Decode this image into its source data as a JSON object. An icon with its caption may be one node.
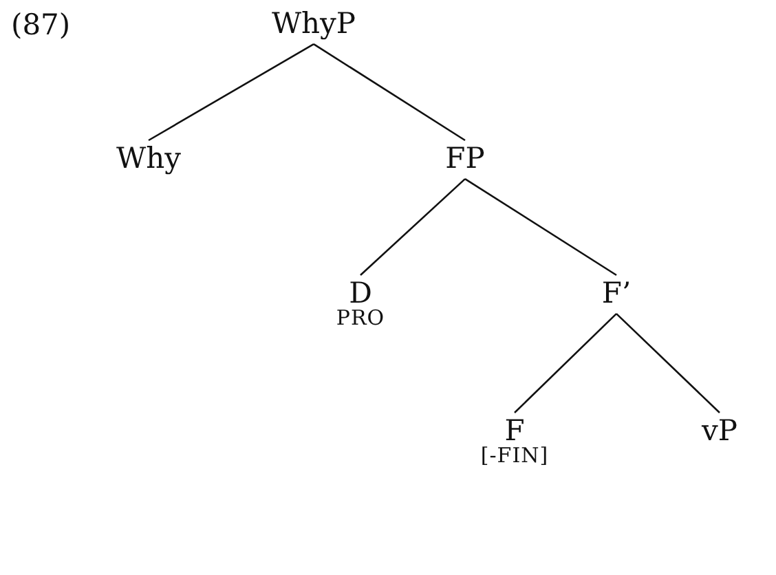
{
  "diagram": {
    "nodes": [
      {
        "text": [
          "WhyP"
        ]
      },
      {
        "text": [
          "Why"
        ]
      },
      {
        "text": [
          "FP"
        ]
      },
      {
        "text": [
          "D",
          "PRO"
        ]
      },
      {
        "text": [
          "F’"
        ]
      },
      {
        "text": [
          "F",
          "[-FIN]"
        ]
      },
      {
        "text": [
          "vP"
        ]
      }
    ],
    "edges": [
      {
        "from": 0,
        "to": 1,
        "arrow": "none"
      },
      {
        "from": 0,
        "to": 2,
        "arrow": "none"
      },
      {
        "from": 2,
        "to": 3,
        "arrow": "none"
      },
      {
        "from": 2,
        "to": 4,
        "arrow": "none"
      },
      {
        "from": 4,
        "to": 5,
        "arrow": "none"
      },
      {
        "from": 4,
        "to": 6,
        "arrow": "none"
      }
    ],
    "labels": [
      "(87)"
    ]
  }
}
